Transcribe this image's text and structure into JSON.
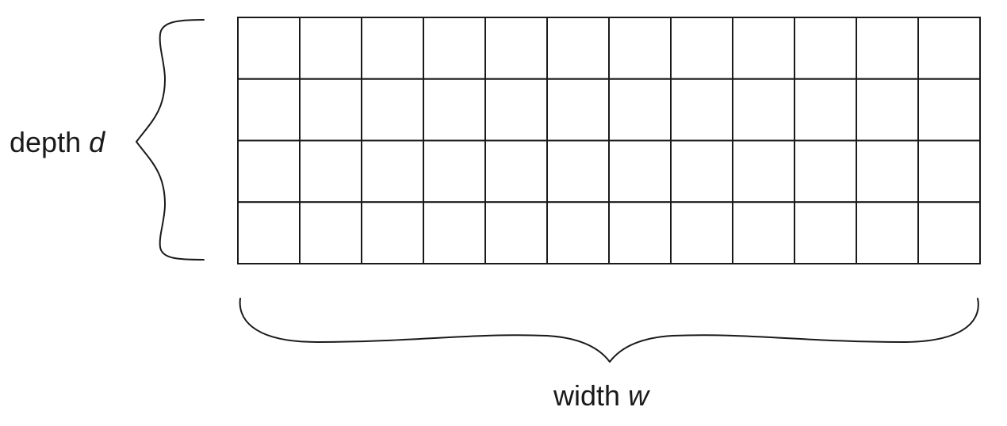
{
  "labels": {
    "depth_word": "depth",
    "depth_var": "d",
    "width_word": "width",
    "width_var": "w"
  },
  "grid": {
    "rows": 4,
    "columns": 12
  },
  "colors": {
    "stroke": "#1a1a1a",
    "background": "#ffffff"
  }
}
